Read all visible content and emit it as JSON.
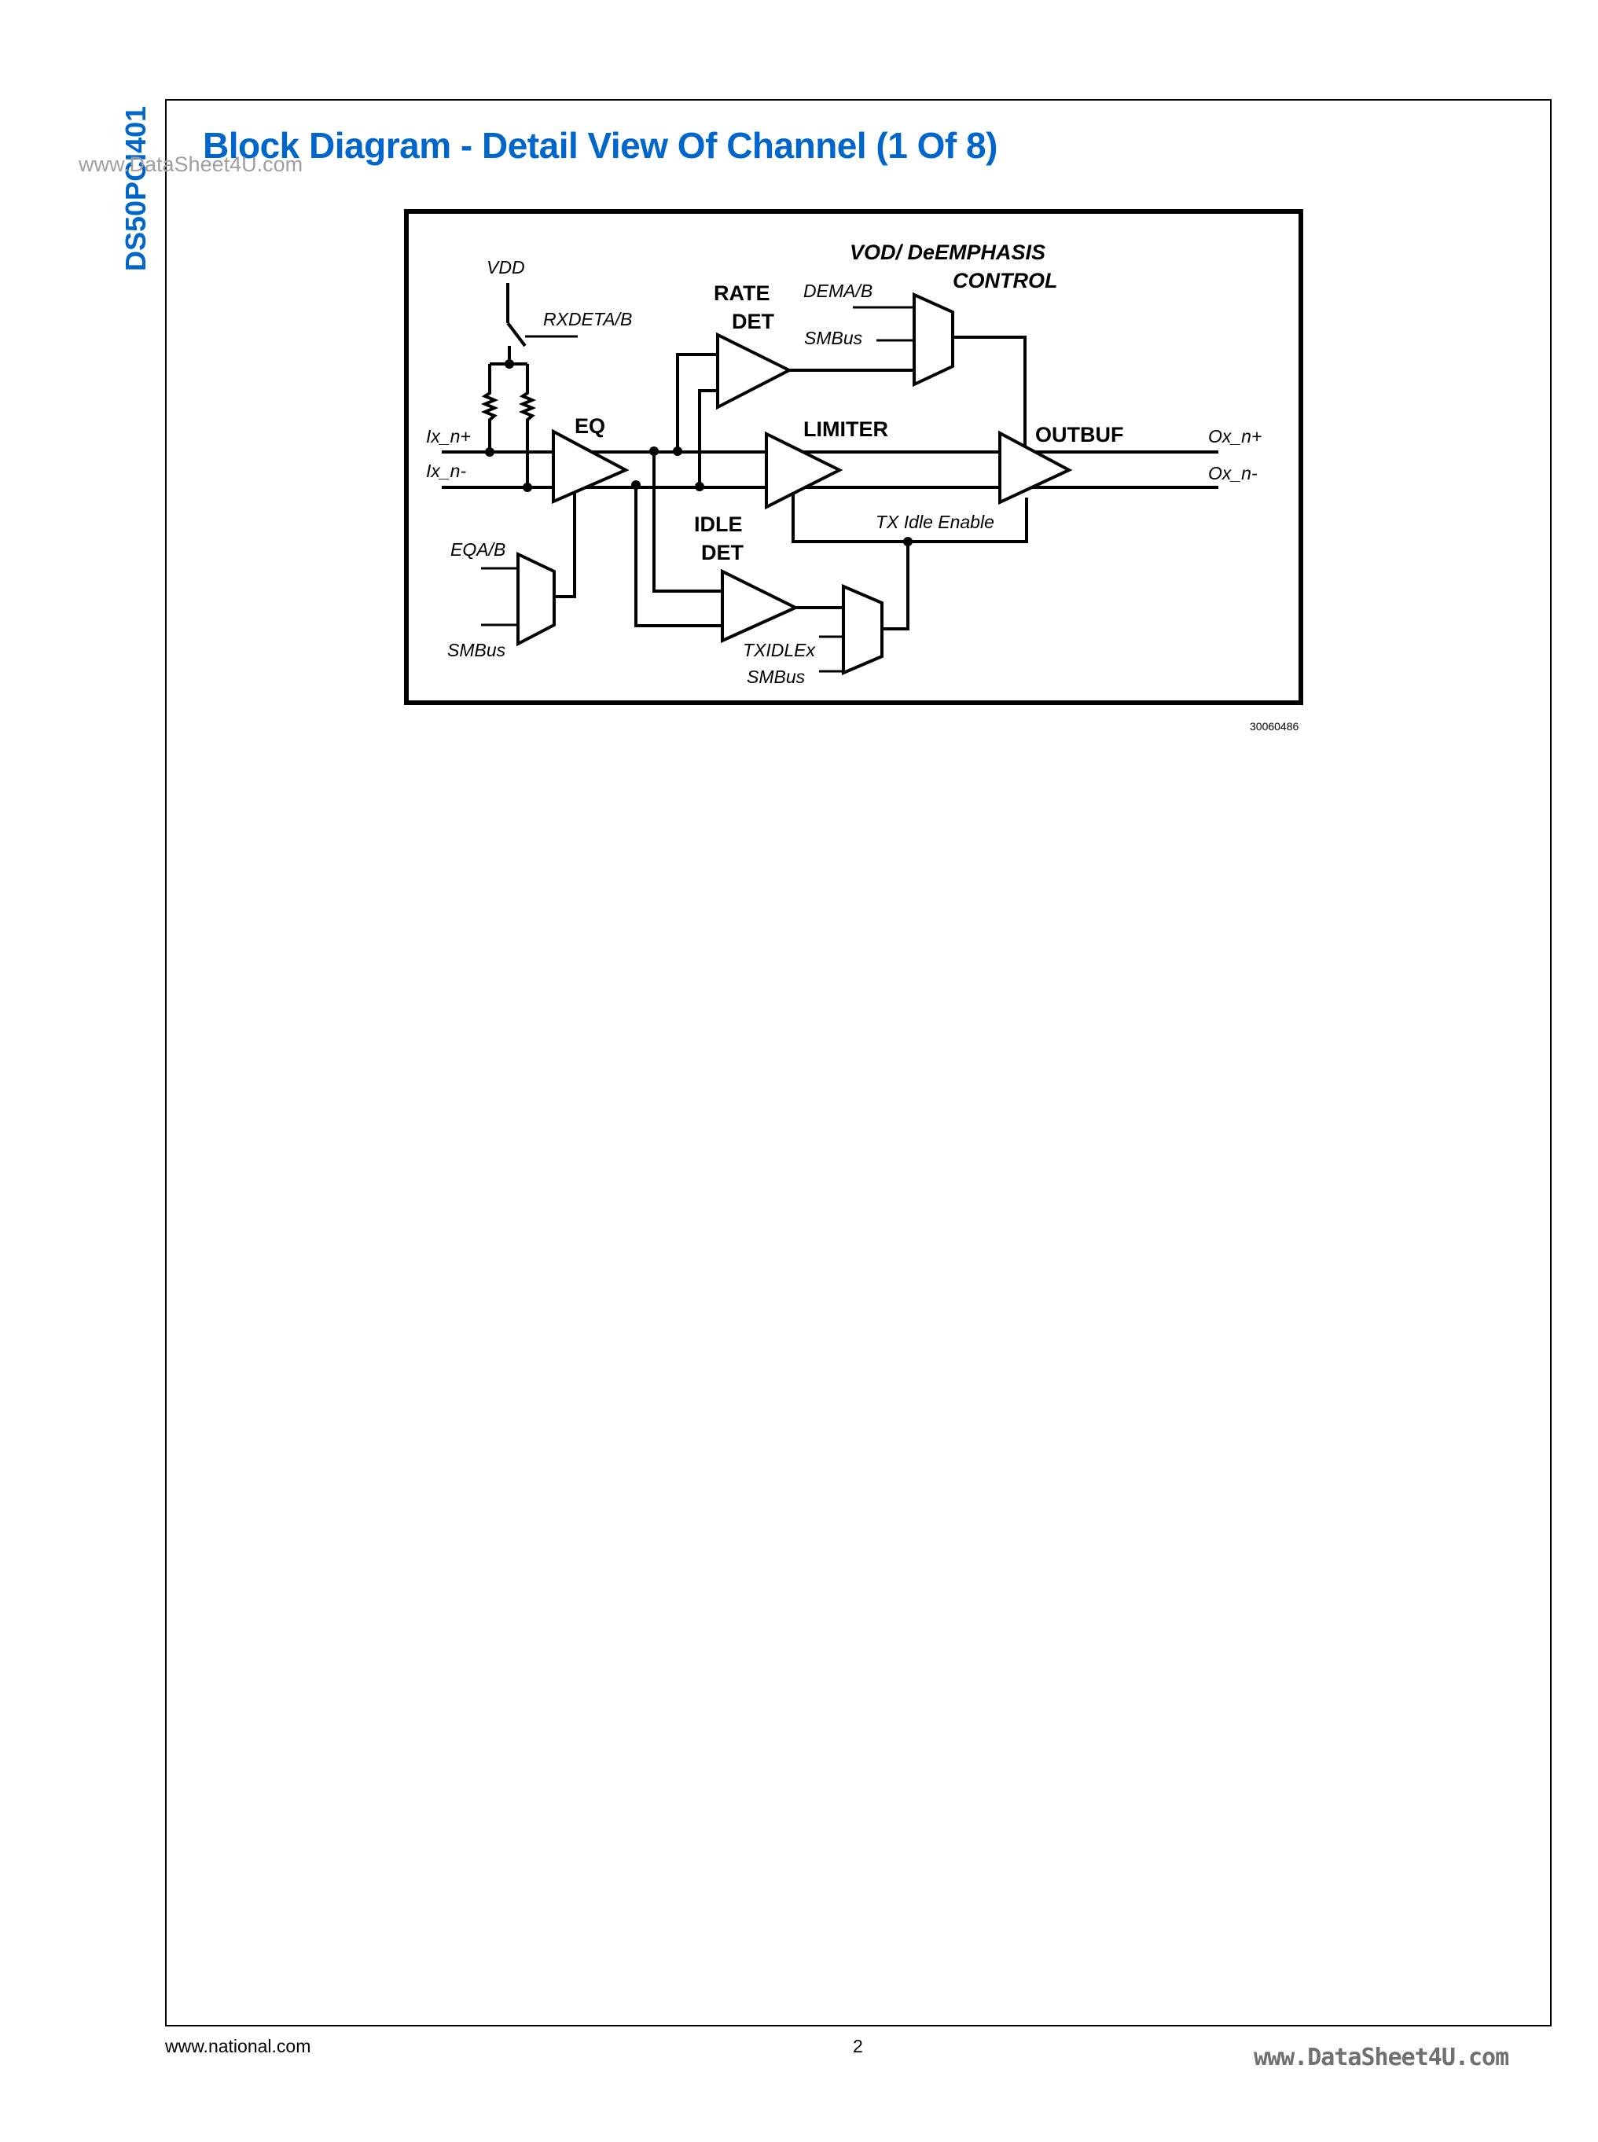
{
  "side_title": "DS50PCI401",
  "title": "Block Diagram - Detail View Of Channel (1 Of 8)",
  "watermark_top": "www.DataSheet4U.com",
  "diagram": {
    "labels": {
      "vdd": "VDD",
      "rxdet": "RXDETA/B",
      "rate": "RATE",
      "rate_det": "DET",
      "dema": "DEMA/B",
      "smbus_dema": "SMBus",
      "vod": "VOD/ DeEMPHASIS",
      "control": "CONTROL",
      "eq": "EQ",
      "in_p": "Ix_n+",
      "in_n": "Ix_n-",
      "limiter": "LIMITER",
      "outbuf": "OUTBUF",
      "out_p": "Ox_n+",
      "out_n": "Ox_n-",
      "idle": "IDLE",
      "idle_det": "DET",
      "tx_idle_enable": "TX Idle Enable",
      "eqab": "EQA/B",
      "smbus_eq": "SMBus",
      "txidlex": "TXIDLEx",
      "smbus_idle": "SMBus"
    },
    "figure_number": "30060486"
  },
  "footer": {
    "website": "www.national.com",
    "page_number": "2",
    "watermark": "www.DataSheet4U.com"
  }
}
